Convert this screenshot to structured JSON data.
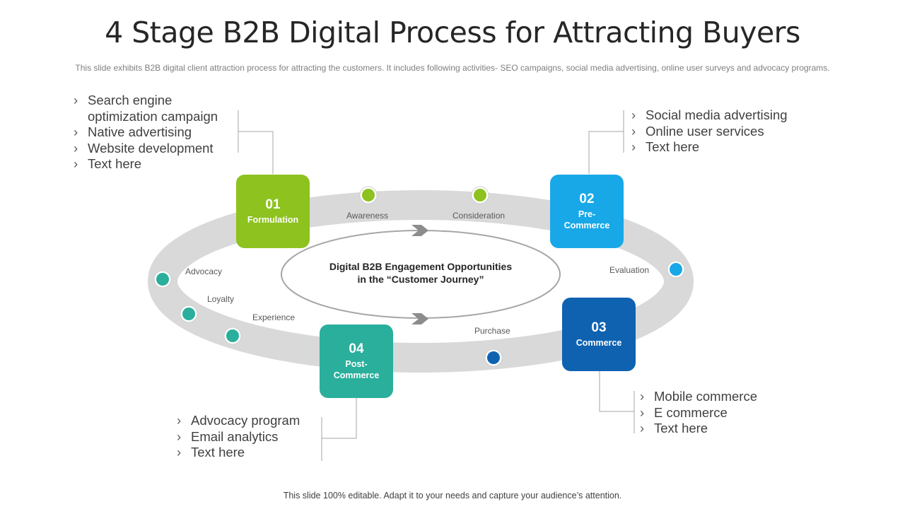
{
  "title": "4 Stage B2B Digital Process for Attracting Buyers",
  "subtitle": "This slide exhibits B2B digital client attraction process for attracting the customers. It includes following activities- SEO campaigns, social media advertising, online user surveys and advocacy programs.",
  "footer": "This slide 100% editable. Adapt it to your needs and capture your audience’s attention.",
  "center": {
    "line1": "Digital B2B Engagement Opportunities",
    "line2": "in the “Customer Journey”"
  },
  "stages": [
    {
      "num": "01",
      "label": "Formulation",
      "color": "#8dc21f",
      "bullets": [
        "Search engine optimization campaign",
        "Native advertising",
        "Website development",
        "Text here"
      ]
    },
    {
      "num": "02",
      "label": "Pre-\nCommerce",
      "label_l1": "Pre-",
      "label_l2": "Commerce",
      "color": "#18a8e8",
      "bullets": [
        "Social media advertising",
        "Online user services",
        "Text here"
      ]
    },
    {
      "num": "03",
      "label": "Commerce",
      "color": "#0f62b0",
      "bullets": [
        "Mobile commerce",
        "E commerce",
        "Text here"
      ]
    },
    {
      "num": "04",
      "label": "Post-\nCommerce",
      "label_l1": "Post-",
      "label_l2": "Commerce",
      "color": "#2aaf9c",
      "bullets": [
        "Advocacy program",
        "Email analytics",
        "Text here"
      ]
    }
  ],
  "journey_points": {
    "awareness": "Awareness",
    "consideration": "Consideration",
    "evaluation": "Evaluation",
    "purchase": "Purchase",
    "experience": "Experience",
    "loyalty": "Loyalty",
    "advocacy": "Advocacy"
  },
  "colors": {
    "green": "#8dc21f",
    "light_blue": "#18a8e8",
    "dark_blue": "#0f62b0",
    "teal": "#2aaf9c",
    "ring": "#d9d9d9"
  }
}
